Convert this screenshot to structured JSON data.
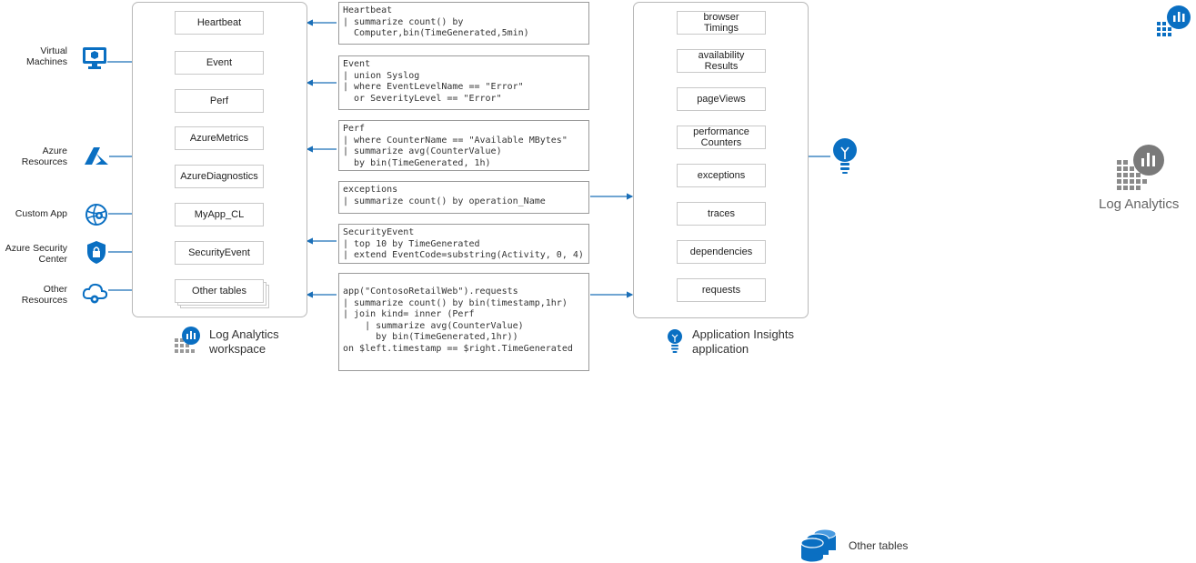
{
  "colors": {
    "accent": "#0a6fc2",
    "line": "#1a6fb8",
    "border": "#b8b8b8",
    "grey_icon": "#777777"
  },
  "sources": [
    {
      "label": "Virtual\nMachines",
      "icon": "monitor-icon"
    },
    {
      "label": "Azure\nResources",
      "icon": "azure-logo-icon"
    },
    {
      "label": "Custom App",
      "icon": "globe-gear-icon"
    },
    {
      "label": "Azure Security\nCenter",
      "icon": "shield-lock-icon"
    },
    {
      "label": "Other\nResources",
      "icon": "cloud-gear-icon"
    }
  ],
  "workspace": {
    "tables": [
      "Heartbeat",
      "Event",
      "Perf",
      "AzureMetrics",
      "AzureDiagnostics",
      "MyApp_CL",
      "SecurityEvent",
      "Other tables"
    ],
    "caption": "Log Analytics\nworkspace",
    "icon": "log-analytics-icon"
  },
  "queries": [
    "Heartbeat\n| summarize count() by\n  Computer,bin(TimeGenerated,5min)",
    "Event\n| union Syslog\n| where EventLevelName == \"Error\"\n  or SeverityLevel == \"Error\"",
    "Perf\n| where CounterName == \"Available MBytes\"\n| summarize avg(CounterValue)\n  by bin(TimeGenerated, 1h)",
    "exceptions\n| summarize count() by operation_Name",
    "SecurityEvent\n| top 10 by TimeGenerated\n| extend EventCode=substring(Activity, 0, 4)",
    "app(\"ContosoRetailWeb\").requests\n| summarize count() by bin(timestamp,1hr)\n| join kind= inner (Perf\n    | summarize avg(CounterValue)\n      by bin(TimeGenerated,1hr))\non $left.timestamp == $right.TimeGenerated"
  ],
  "appinsights": {
    "tables": [
      "browser\nTimings",
      "availability\nResults",
      "pageViews",
      "performance\nCounters",
      "exceptions",
      "traces",
      "dependencies",
      "requests"
    ],
    "caption": "Application Insights\napplication",
    "icon": "lightbulb-icon"
  },
  "legend": {
    "log_analytics_label": "Log Analytics",
    "other_tables_label": "Other tables"
  }
}
